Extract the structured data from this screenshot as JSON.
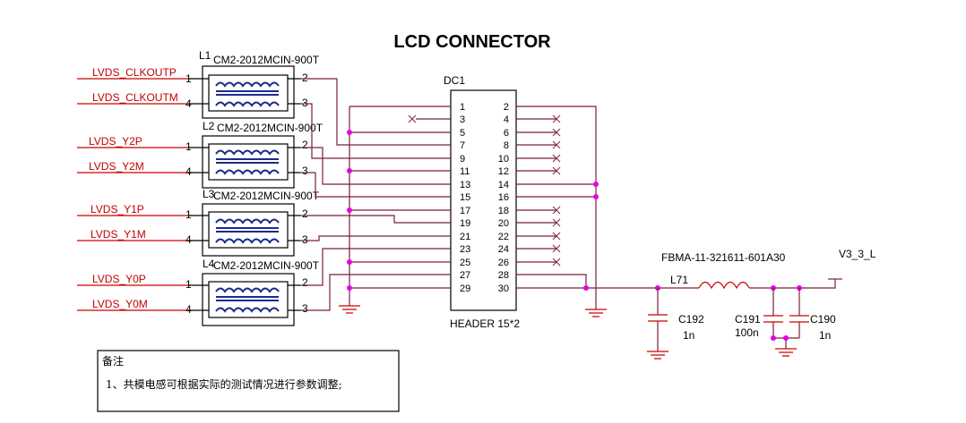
{
  "title": "LCD CONNECTOR",
  "connector": {
    "ref": "DC1",
    "name": "HEADER 15*2",
    "left_pins": [
      "1",
      "3",
      "5",
      "7",
      "9",
      "11",
      "13",
      "15",
      "17",
      "19",
      "21",
      "23",
      "25",
      "27",
      "29"
    ],
    "right_pins": [
      "2",
      "4",
      "6",
      "8",
      "10",
      "12",
      "14",
      "16",
      "18",
      "20",
      "22",
      "24",
      "26",
      "28",
      "30"
    ]
  },
  "chokes": [
    {
      "ref": "L1",
      "part": "CM2-2012MCIN-900T",
      "in_p": "LVDS_CLKOUTP",
      "in_n": "LVDS_CLKOUTM",
      "pin1": "1",
      "pin4": "4",
      "pin2": "2",
      "pin3": "3"
    },
    {
      "ref": "L2",
      "part": "CM2-2012MCIN-900T",
      "in_p": "LVDS_Y2P",
      "in_n": "LVDS_Y2M",
      "pin1": "1",
      "pin4": "4",
      "pin2": "2",
      "pin3": "3"
    },
    {
      "ref": "L3",
      "part": "CM2-2012MCIN-900T",
      "in_p": "LVDS_Y1P",
      "in_n": "LVDS_Y1M",
      "pin1": "1",
      "pin4": "4",
      "pin2": "2",
      "pin3": "3"
    },
    {
      "ref": "L4",
      "part": "CM2-2012MCIN-900T",
      "in_p": "LVDS_Y0P",
      "in_n": "LVDS_Y0M",
      "pin1": "1",
      "pin4": "4",
      "pin2": "2",
      "pin3": "3"
    }
  ],
  "bead": {
    "ref": "L71",
    "part": "FBMA-11-321611-601A30"
  },
  "power_net": "V3_3_L",
  "caps": [
    {
      "ref": "C192",
      "value": "1n"
    },
    {
      "ref": "C191",
      "value": "100n"
    },
    {
      "ref": "C190",
      "value": "1n"
    }
  ],
  "note": {
    "heading": "备注",
    "line1": "1、共模电感可根据实际的测试情况进行参数调整;"
  }
}
